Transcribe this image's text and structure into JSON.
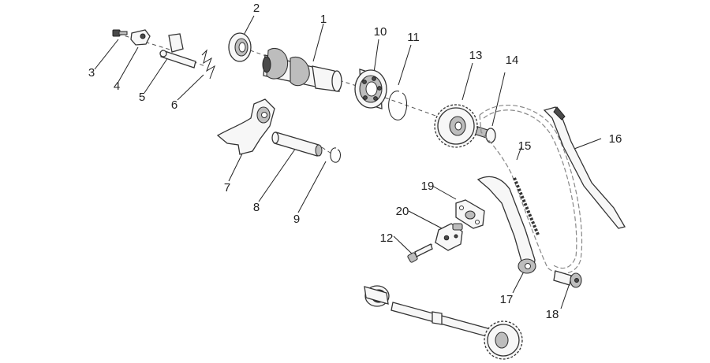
{
  "callouts": [
    {
      "id": "1",
      "part": "camshaft"
    },
    {
      "id": "2",
      "part": "oil-seal"
    },
    {
      "id": "3",
      "part": "screw"
    },
    {
      "id": "4",
      "part": "decompressor-weight"
    },
    {
      "id": "5",
      "part": "decompressor-shaft"
    },
    {
      "id": "6",
      "part": "spring"
    },
    {
      "id": "7",
      "part": "rocker-arm"
    },
    {
      "id": "8",
      "part": "rocker-arm-shaft"
    },
    {
      "id": "9",
      "part": "circlip"
    },
    {
      "id": "10",
      "part": "bearing"
    },
    {
      "id": "11",
      "part": "snap-ring"
    },
    {
      "id": "12",
      "part": "tensioner-bolt"
    },
    {
      "id": "13",
      "part": "timing-sprocket"
    },
    {
      "id": "14",
      "part": "sprocket-bolt"
    },
    {
      "id": "15",
      "part": "timing-chain"
    },
    {
      "id": "16",
      "part": "chain-guide"
    },
    {
      "id": "17",
      "part": "chain-tensioner-slider"
    },
    {
      "id": "18",
      "part": "slider-pivot-bolt"
    },
    {
      "id": "19",
      "part": "tensioner-gasket"
    },
    {
      "id": "20",
      "part": "chain-tensioner"
    }
  ]
}
